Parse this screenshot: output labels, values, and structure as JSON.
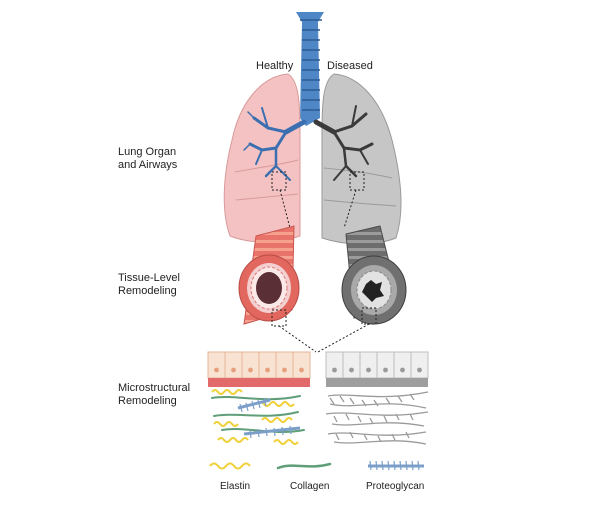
{
  "labels": {
    "healthy": "Healthy",
    "diseased": "Diseased",
    "organ_line1": "Lung Organ",
    "organ_line2": "and Airways",
    "tissue_line1": "Tissue-Level",
    "tissue_line2": "Remodeling",
    "micro_line1": "Microstructural",
    "micro_line2": "Remodeling"
  },
  "legend": {
    "elastin": "Elastin",
    "collagen": "Collagen",
    "proteoglycan": "Proteoglycan"
  },
  "colors": {
    "healthy_tissue": "#f4c2c2",
    "diseased_tissue": "#c6c6c6",
    "airway_blue": "#3b6fb0",
    "airway_dark": "#3a3a3a",
    "healthy_wall": "#e2685f",
    "epithelium": "#f8e2d2",
    "basement_membrane": "#e26a6a",
    "elastin": "#f0d13a",
    "collagen": "#5f9e79",
    "proteoglycan": "#7b9fc9"
  }
}
